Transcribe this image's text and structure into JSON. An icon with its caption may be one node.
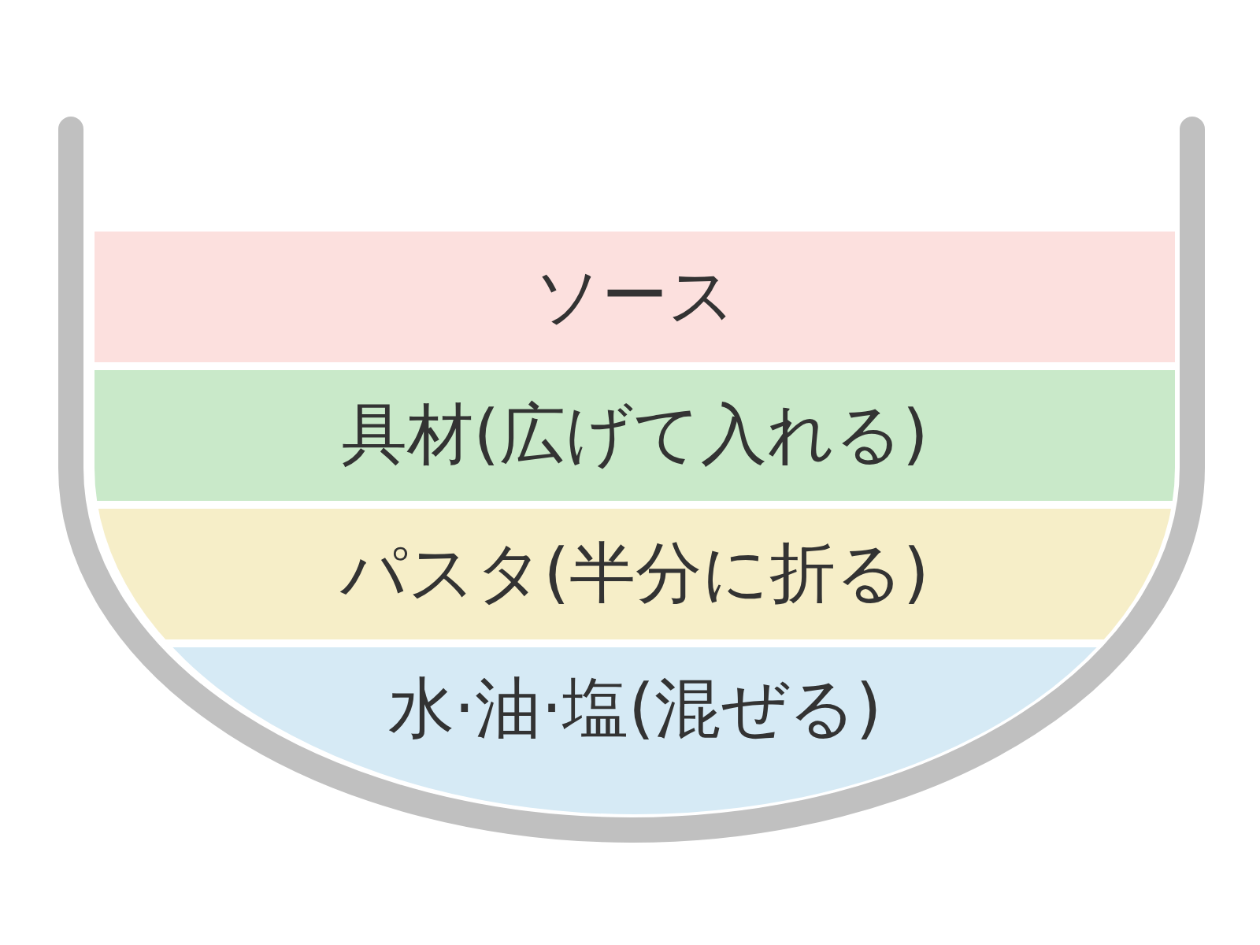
{
  "diagram": {
    "nodes": [
      {
        "text": [
          "ソース"
        ]
      },
      {
        "text": [
          "具材(広げて入れる)"
        ]
      },
      {
        "text": [
          "パスタ(半分に折る)"
        ]
      },
      {
        "text": [
          "水·油·塩(混ぜる)"
        ]
      }
    ]
  }
}
